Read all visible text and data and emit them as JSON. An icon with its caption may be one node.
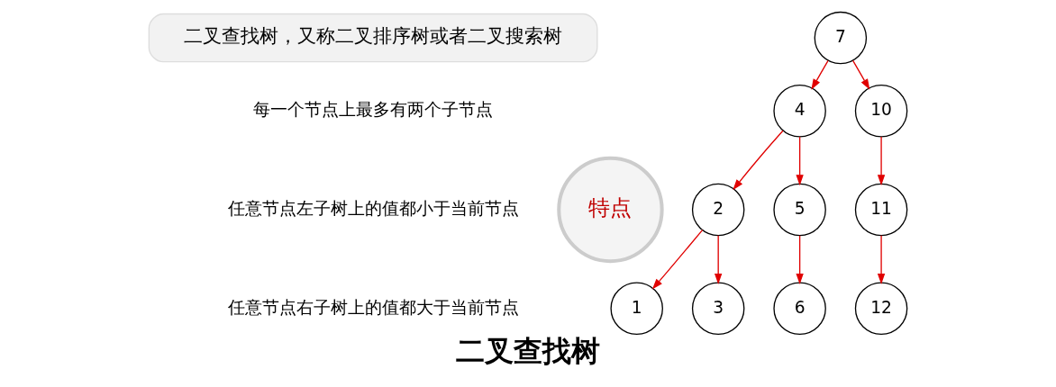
{
  "diagram": {
    "caption": "二叉查找树",
    "nodes": [
      {
        "text": [
          "二叉查找树，又称二叉排序树或者二叉搜索树"
        ]
      },
      {
        "text": [
          "特点"
        ]
      },
      {
        "text": [
          "7"
        ]
      },
      {
        "text": [
          "4"
        ]
      },
      {
        "text": [
          "10"
        ]
      },
      {
        "text": [
          "2"
        ]
      },
      {
        "text": [
          "5"
        ]
      },
      {
        "text": [
          "11"
        ]
      },
      {
        "text": [
          "1"
        ]
      },
      {
        "text": [
          "3"
        ]
      },
      {
        "text": [
          "6"
        ]
      },
      {
        "text": [
          "12"
        ]
      }
    ],
    "edges": [
      {
        "from": 2,
        "to": 3,
        "arrow": "to"
      },
      {
        "from": 2,
        "to": 4,
        "arrow": "to"
      },
      {
        "from": 3,
        "to": 5,
        "arrow": "to"
      },
      {
        "from": 3,
        "to": 6,
        "arrow": "to"
      },
      {
        "from": 4,
        "to": 7,
        "arrow": "to"
      },
      {
        "from": 5,
        "to": 8,
        "arrow": "to"
      },
      {
        "from": 5,
        "to": 9,
        "arrow": "to"
      },
      {
        "from": 6,
        "to": 10,
        "arrow": "to"
      },
      {
        "from": 7,
        "to": 11,
        "arrow": "to"
      }
    ],
    "labels": [
      "每一个节点上最多有两个子节点",
      "任意节点左子树上的值都小于当前节点",
      "任意节点右子树上的值都大于当前节点"
    ]
  }
}
